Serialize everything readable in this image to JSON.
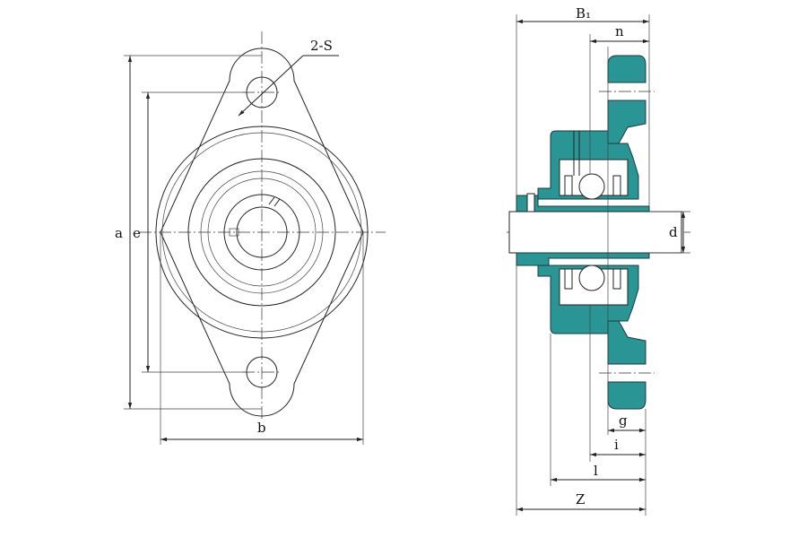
{
  "colors": {
    "housing": "#2a9595"
  },
  "front_view": {
    "labels": {
      "holes": "2-S",
      "a": "a",
      "e": "e",
      "b": "b"
    }
  },
  "side_view": {
    "labels": {
      "B1": "B₁",
      "n": "n",
      "d": "d",
      "g": "g",
      "i": "i",
      "l": "l",
      "Z": "Z"
    }
  }
}
